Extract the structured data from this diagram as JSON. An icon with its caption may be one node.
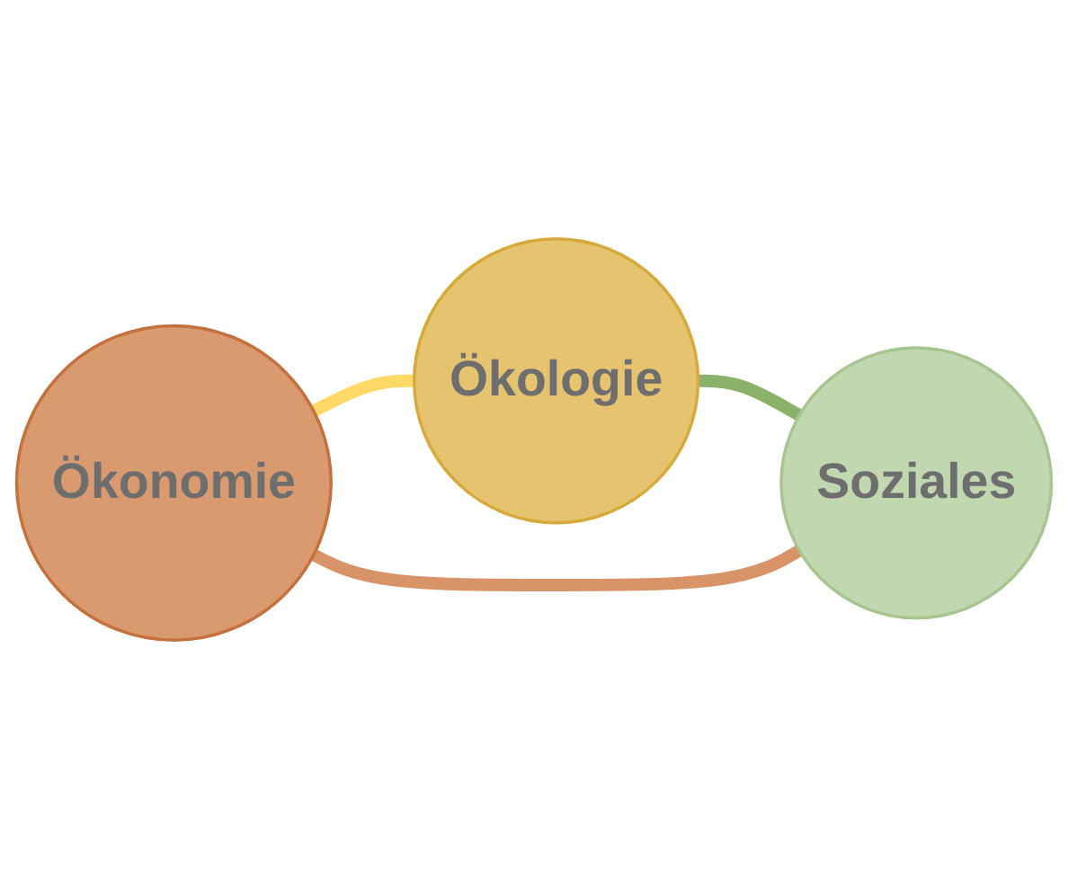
{
  "diagram": {
    "nodes": [
      {
        "text": [
          "Ökologie"
        ]
      },
      {
        "text": [
          "Ökonomie"
        ]
      },
      {
        "text": [
          "Soziales"
        ]
      }
    ],
    "edges": [
      {
        "from": 1,
        "to": 0,
        "arrow": "none",
        "color": "#ffd966"
      },
      {
        "from": 0,
        "to": 2,
        "arrow": "none",
        "color": "#8bb26b"
      },
      {
        "from": 1,
        "to": 2,
        "arrow": "none",
        "color": "#d99368"
      }
    ]
  }
}
